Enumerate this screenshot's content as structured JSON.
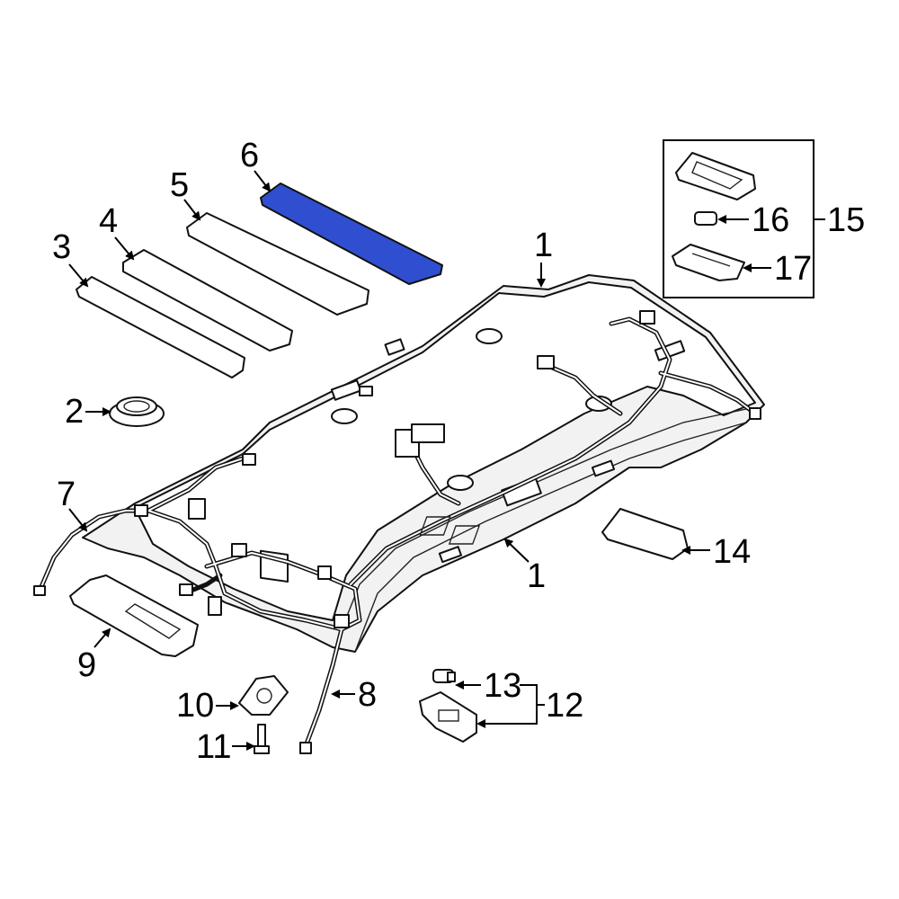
{
  "diagram": {
    "highlight_color": "#2f4fd0",
    "highlighted_callout": "6",
    "callouts": {
      "c1a": "1",
      "c1b": "1",
      "c2": "2",
      "c3": "3",
      "c4": "4",
      "c5": "5",
      "c6": "6",
      "c7": "7",
      "c8": "8",
      "c9": "9",
      "c10": "10",
      "c11": "11",
      "c12": "12",
      "c13": "13",
      "c14": "14",
      "c15": "15",
      "c16": "16",
      "c17": "17"
    }
  }
}
